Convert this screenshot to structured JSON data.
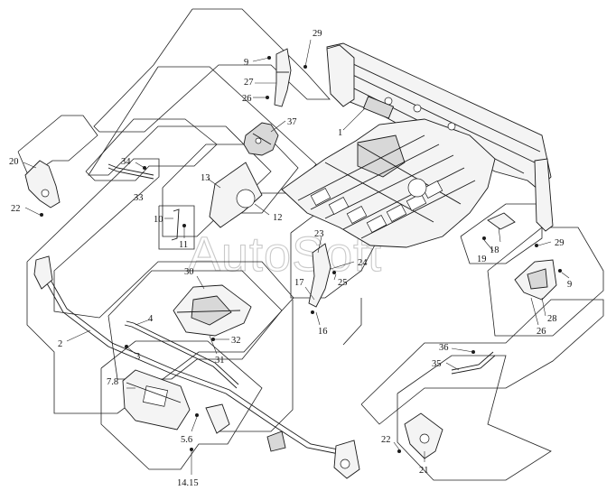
{
  "watermark": "AutoSoft",
  "callouts": [
    {
      "id": "c29a",
      "text": "29"
    },
    {
      "id": "c9a",
      "text": "9"
    },
    {
      "id": "c27",
      "text": "27"
    },
    {
      "id": "c26a",
      "text": "26"
    },
    {
      "id": "c37",
      "text": "37"
    },
    {
      "id": "c1",
      "text": "1"
    },
    {
      "id": "c34",
      "text": "34"
    },
    {
      "id": "c33",
      "text": "33"
    },
    {
      "id": "c20",
      "text": "20"
    },
    {
      "id": "c22a",
      "text": "22"
    },
    {
      "id": "c13",
      "text": "13"
    },
    {
      "id": "c12",
      "text": "12"
    },
    {
      "id": "c10",
      "text": "10"
    },
    {
      "id": "c11",
      "text": "11"
    },
    {
      "id": "c23",
      "text": "23"
    },
    {
      "id": "c24",
      "text": "24"
    },
    {
      "id": "c18",
      "text": "18"
    },
    {
      "id": "c19",
      "text": "19"
    },
    {
      "id": "c29b",
      "text": "29"
    },
    {
      "id": "c9b",
      "text": "9"
    },
    {
      "id": "c28",
      "text": "28"
    },
    {
      "id": "c26b",
      "text": "26"
    },
    {
      "id": "c30",
      "text": "30"
    },
    {
      "id": "c25",
      "text": "25"
    },
    {
      "id": "c17",
      "text": "17"
    },
    {
      "id": "c16",
      "text": "16"
    },
    {
      "id": "c32",
      "text": "32"
    },
    {
      "id": "c31",
      "text": "31"
    },
    {
      "id": "c4",
      "text": "4"
    },
    {
      "id": "c2",
      "text": "2"
    },
    {
      "id": "c3",
      "text": "3"
    },
    {
      "id": "c36",
      "text": "36"
    },
    {
      "id": "c35",
      "text": "35"
    },
    {
      "id": "c78",
      "text": "7.8"
    },
    {
      "id": "c56",
      "text": "5.6"
    },
    {
      "id": "c22b",
      "text": "22"
    },
    {
      "id": "c21",
      "text": "21"
    },
    {
      "id": "c1415",
      "text": "14.15"
    }
  ]
}
